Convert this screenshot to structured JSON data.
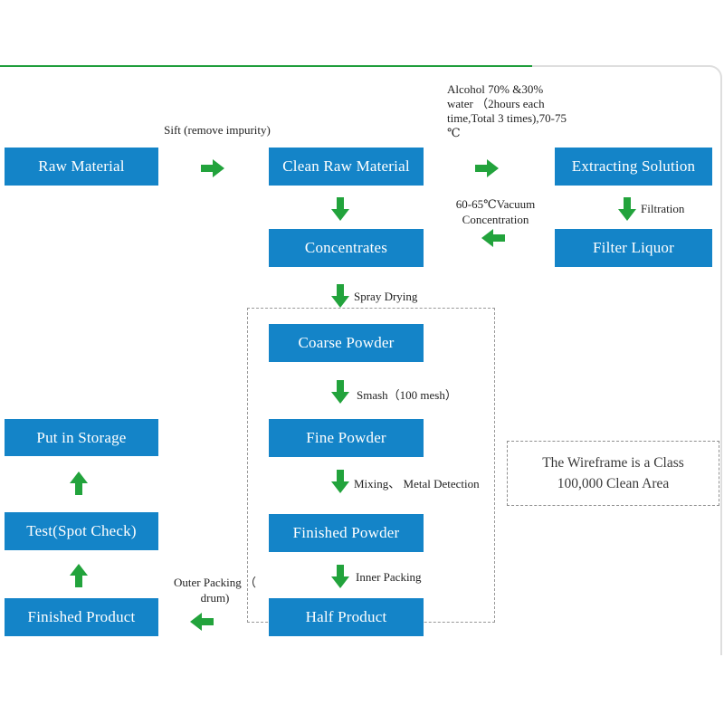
{
  "colors": {
    "box_fill": "#1484c8",
    "box_text": "#ffffff",
    "arrow_green": "#22a33c",
    "top_line_green": "#1f9e3c",
    "dash_gray": "#999999",
    "frame_gray": "#dedede",
    "note_text": "#1f1f1f"
  },
  "boxes": [
    {
      "id": "raw-material",
      "label": "Raw Material"
    },
    {
      "id": "clean-raw-material",
      "label": "Clean Raw Material"
    },
    {
      "id": "extracting-solution",
      "label": "Extracting Solution"
    },
    {
      "id": "filter-liquor",
      "label": "Filter Liquor"
    },
    {
      "id": "concentrates",
      "label": "Concentrates"
    },
    {
      "id": "coarse-powder",
      "label": "Coarse Powder"
    },
    {
      "id": "fine-powder",
      "label": "Fine Powder"
    },
    {
      "id": "finished-powder",
      "label": "Finished Powder"
    },
    {
      "id": "half-product",
      "label": "Half Product"
    },
    {
      "id": "put-in-storage",
      "label": "Put in Storage"
    },
    {
      "id": "test-spot-check",
      "label": "Test(Spot Check)"
    },
    {
      "id": "finished-product",
      "label": "Finished Product"
    }
  ],
  "notes": [
    {
      "id": "sift",
      "text": "Sift (remove impurity)"
    },
    {
      "id": "alcohol",
      "text": "Alcohol 70% &30%\nwater （2hours each\ntime,Total 3 times),70-75\n℃"
    },
    {
      "id": "vacuum",
      "text": "60-65℃Vacuum\nConcentration"
    },
    {
      "id": "filtration",
      "text": "Filtration"
    },
    {
      "id": "spray-drying",
      "text": "Spray Drying"
    },
    {
      "id": "smash",
      "text": "Smash（100 mesh）"
    },
    {
      "id": "mixing",
      "text": "Mixing、 Metal Detection"
    },
    {
      "id": "inner-packing",
      "text": "Inner Packing"
    },
    {
      "id": "outer-packing",
      "text": "Outer Packing （\ndrum)"
    }
  ],
  "clean_area": {
    "label": "The Wireframe is a Class\n100,000 Clean Area"
  },
  "icons": [
    "arrow-right-icon",
    "arrow-left-icon",
    "arrow-down-icon",
    "arrow-up-icon"
  ]
}
